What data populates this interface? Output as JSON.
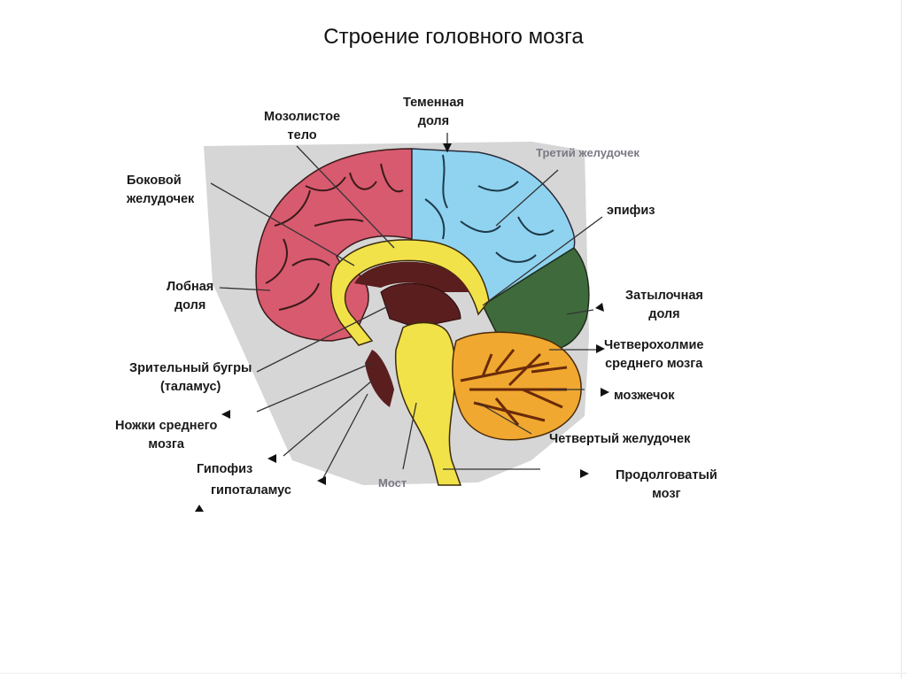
{
  "title": "Строение головного мозга",
  "labels": {
    "parietal": [
      "Теменная",
      "доля"
    ],
    "corpus_callosum": [
      "Мозолистое",
      "тело"
    ],
    "lateral_ventricle": [
      "Боковой",
      "желудочек"
    ],
    "third_ventricle": "Третий желудочек",
    "epiphysis": "эпифиз",
    "frontal": [
      "Лобная",
      "доля"
    ],
    "occipital": [
      "Затылочная",
      "доля"
    ],
    "quadrigemina": [
      "Четверохолмие",
      "среднего мозга"
    ],
    "thalamus": [
      "Зрительный бугры",
      "(таламус)"
    ],
    "cerebellum": "мозжечок",
    "midbrain_peduncles": [
      "Ножки среднего",
      "мозга"
    ],
    "fourth_ventricle": "Четвертый желудочек",
    "pituitary": "Гипофиз",
    "hypothalamus": "гипоталамус",
    "pons": "Мост",
    "medulla": [
      "Продолговатый",
      "мозг"
    ]
  },
  "colors": {
    "frontal": "#d85a6e",
    "parietal": "#8fd3f0",
    "occipital": "#3f6b3c",
    "cerebellum": "#f0a830",
    "brainstem": "#f2e24a",
    "dark": "#5a1e1e",
    "gray": "#c8c8c8"
  }
}
